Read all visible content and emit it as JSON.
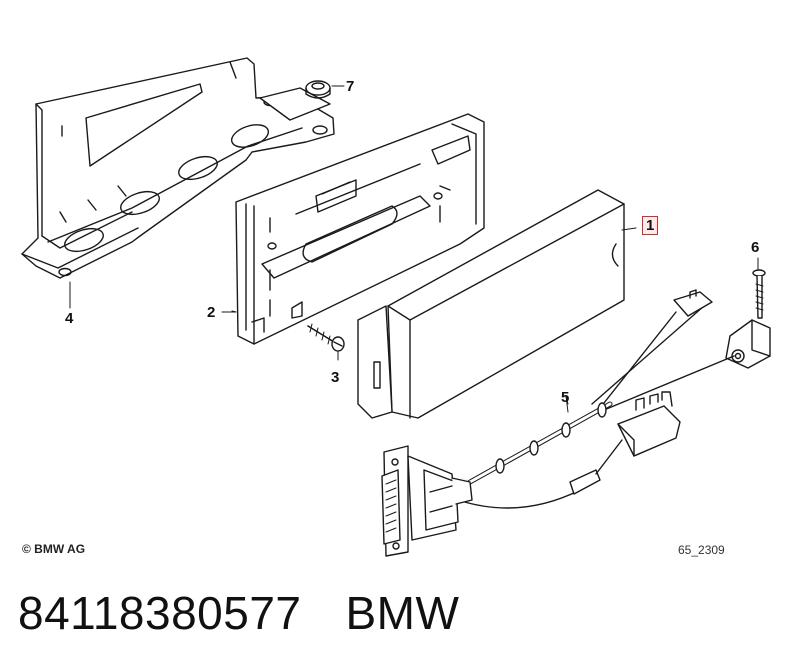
{
  "callouts": [
    "1",
    "2",
    "3",
    "4",
    "5",
    "6",
    "7"
  ],
  "copyright": "© BMW AG",
  "figure_id": "65_2309",
  "footer": {
    "part_number": "84118380577",
    "brand": "BMW"
  },
  "colors": {
    "line": "#1a1a1a",
    "highlight": "#d62b2b"
  }
}
